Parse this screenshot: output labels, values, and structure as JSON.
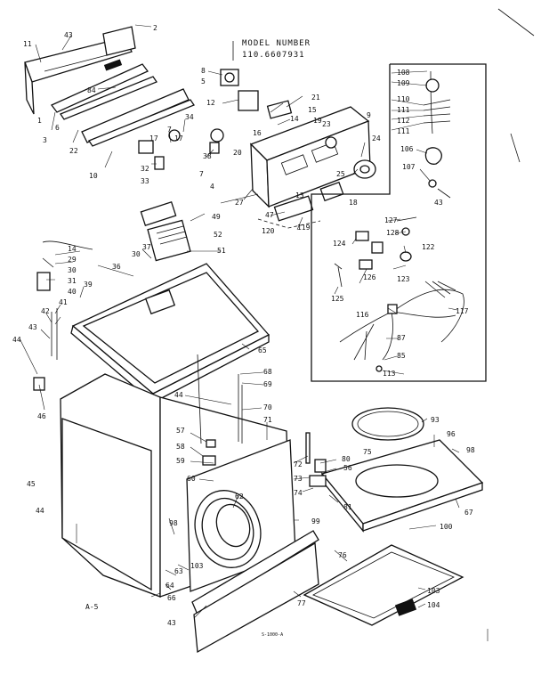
{
  "header": {
    "model_label": "MODEL NUMBER",
    "model_number": "110.6607931"
  },
  "page_marker": "A-5",
  "drawing_number": "S-1000-A",
  "callouts": {
    "c11": "11",
    "c43a": "43",
    "c1": "1",
    "c2": "2",
    "c3": "3",
    "c6": "6",
    "c84": "84",
    "c22": "22",
    "c10": "10",
    "c8": "8",
    "c5": "5",
    "c12": "12",
    "c21": "21",
    "c15": "15",
    "c14t": "14",
    "c16": "16",
    "c19": "19",
    "c23": "23",
    "c9": "9",
    "c17a": "17",
    "c7a": "7",
    "c34": "34",
    "c17b": "17",
    "c32": "32",
    "c33": "33",
    "c38": "38",
    "c20": "20",
    "c7b": "7",
    "c4": "4",
    "c27": "27",
    "c25": "25",
    "c24": "24",
    "c47": "47",
    "c13": "13",
    "c120": "120",
    "c119": "119",
    "c18": "18",
    "c49": "49",
    "c52": "52",
    "c37": "37",
    "c51": "51",
    "c36": "36",
    "c30": "30",
    "c108": "108",
    "c109": "109",
    "c110": "110",
    "c111a": "111",
    "c112": "112",
    "c111b": "111",
    "c106": "106",
    "c107": "107",
    "c43b": "43",
    "c127": "127",
    "c128": "128",
    "c124": "124",
    "c122": "122",
    "c123": "123",
    "c125": "125",
    "c126": "126",
    "c116": "116",
    "c117": "117",
    "c87": "87",
    "c85": "85",
    "c113": "113",
    "c14b": "14",
    "c29": "29",
    "c30b": "30",
    "c31": "31",
    "c39": "39",
    "c42": "42",
    "c41": "41",
    "c40": "40",
    "c43c": "43",
    "c44a": "44",
    "c65": "65",
    "c68": "68",
    "c69": "69",
    "c44b": "44",
    "c70": "70",
    "c71": "71",
    "c93": "93",
    "c46": "46",
    "c45": "45",
    "c44c": "44",
    "c57": "57",
    "c58": "58",
    "c59": "59",
    "c60": "60",
    "c62": "62",
    "c96": "96",
    "c98a": "98",
    "c72": "72",
    "c80": "80",
    "c56": "56",
    "c75": "75",
    "c73": "73",
    "c74": "74",
    "c81": "81",
    "c67": "67",
    "c99": "99",
    "c100": "100",
    "c98b": "98",
    "c103a": "103",
    "c63": "63",
    "c64": "64",
    "c66": "66",
    "c43d": "43",
    "c76": "76",
    "c77": "77",
    "c103b": "103",
    "c104": "104"
  }
}
